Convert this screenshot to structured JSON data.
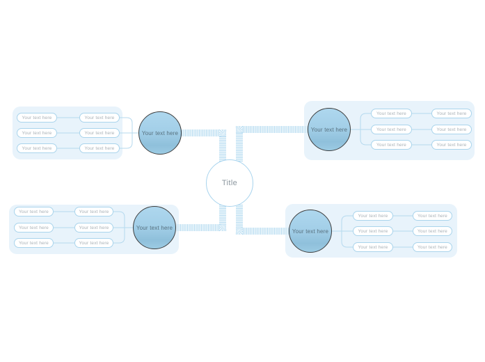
{
  "center": {
    "label": "Title"
  },
  "branches": [
    {
      "name": "top-left",
      "label": "Your text here",
      "pills": [
        "Your text here",
        "Your text here",
        "Your text here",
        "Your text here",
        "Your text here",
        "Your text here"
      ]
    },
    {
      "name": "top-right",
      "label": "Your text here",
      "pills": [
        "Your text here",
        "Your text here",
        "Your text here",
        "Your text here",
        "Your text here",
        "Your text here"
      ]
    },
    {
      "name": "bottom-left",
      "label": "Your text here",
      "pills": [
        "Your text here",
        "Your text here",
        "Your text here",
        "Your text here",
        "Your text here",
        "Your text here"
      ]
    },
    {
      "name": "bottom-right",
      "label": "Your text here",
      "pills": [
        "Your text here",
        "Your text here",
        "Your text here",
        "Your text here",
        "Your text here",
        "Your text here"
      ]
    }
  ],
  "colors": {
    "panel_bg": "#e8f3fb",
    "node_fill_top": "#aed7ee",
    "node_fill_bottom": "#8fc0db",
    "node_border": "#3d3d3d",
    "center_border": "#a8d4ee",
    "thin_connector": "#b5d9ee",
    "stripe": "#b8dcf1",
    "pill_border": "#a9d4ec",
    "pill_text": "#a8b0b6",
    "node_text": "#57707e",
    "center_text": "#8b969e"
  }
}
